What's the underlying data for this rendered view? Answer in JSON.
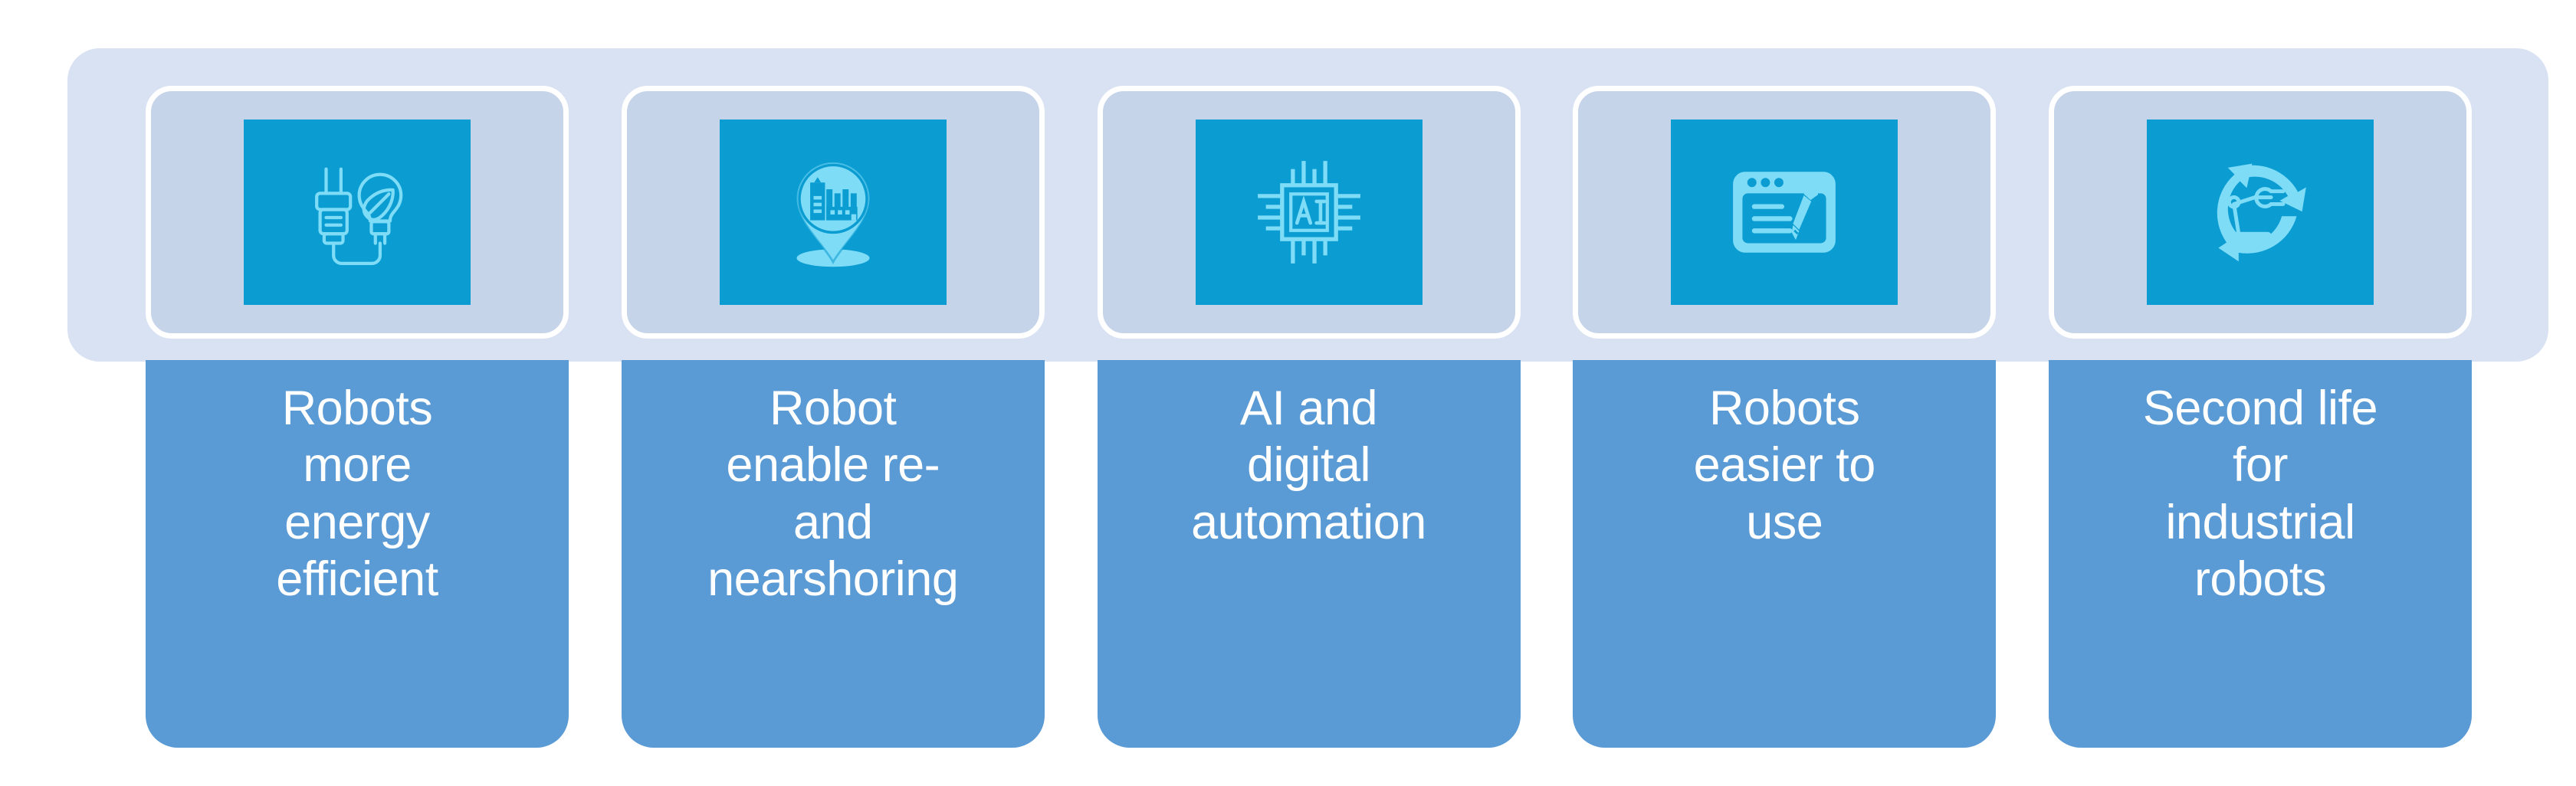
{
  "theme": {
    "page_background": "#ffffff",
    "band_background": "#d9e2f3",
    "icon_card_background": "#c6d4ea",
    "icon_card_border": "#ffffff",
    "icon_tile_background": "#0b9dd2",
    "icon_glyph_color": "#7fdcf7",
    "label_card_background": "#5b9bd5",
    "label_text_color": "#ffffff"
  },
  "cards": [
    {
      "id": "robots-more-energy-efficient",
      "icon_name": "plug-and-lightbulb-icon",
      "label": "Robots\nmore\nenergy\nefficient"
    },
    {
      "id": "robot-enable-re-and-nearshoring",
      "icon_name": "location-pin-factory-icon",
      "label": "Robot\nenable re-\nand\nnearshoring"
    },
    {
      "id": "ai-and-digital-automation",
      "icon_name": "ai-microchip-icon",
      "label": "AI  and\ndigital\nautomation"
    },
    {
      "id": "robots-easier-to-use",
      "icon_name": "browser-form-pencil-icon",
      "label": "Robots\neasier to\nuse"
    },
    {
      "id": "second-life-for-industrial-robots",
      "icon_name": "robot-arm-recycle-icon",
      "label": "Second life\nfor\nindustrial\nrobots"
    }
  ]
}
